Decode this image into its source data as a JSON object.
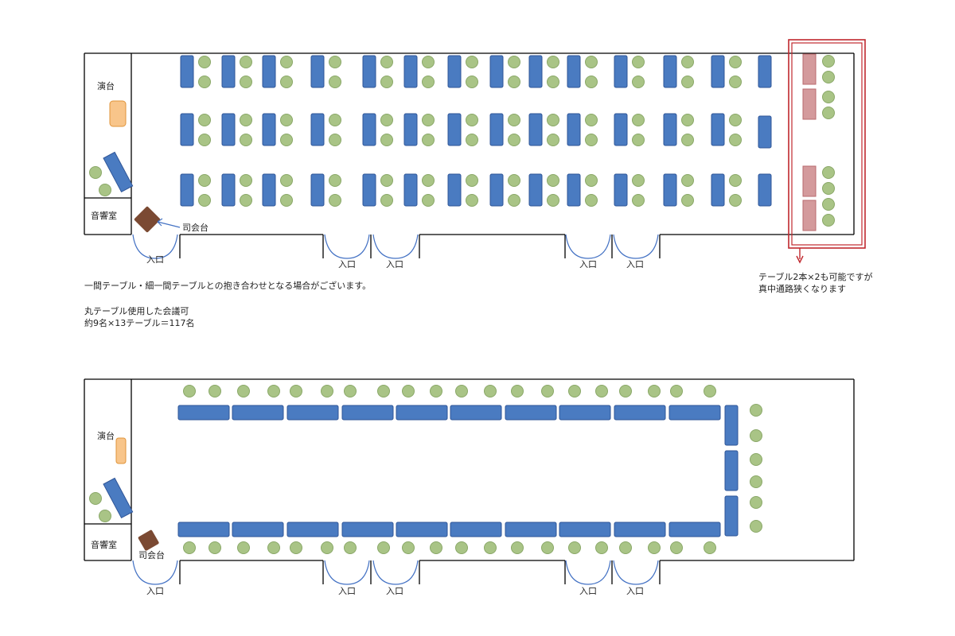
{
  "colors": {
    "table": "#4a7bc1",
    "table_border": "#2f5597",
    "chair": "#a9c486",
    "chair_border": "#8aa868",
    "podium": "#f8c58a",
    "podium_border": "#e0943a",
    "mc_table": "#7b4a33",
    "alt_table": "#d49a9c",
    "alt_table_border": "#b86a6e",
    "highlight": "#c0282e",
    "door": "#4472c4",
    "wall": "#000000"
  },
  "icons": {
    "arrow": "arrow-icon",
    "door": "door-swing-icon"
  },
  "labels": {
    "stage": "演台",
    "sound_room": "音響室",
    "mc_table": "司会台",
    "entrance": "入口"
  },
  "notes": {
    "alt_tables_line1": "テーブル2本×2も可能ですが",
    "alt_tables_line2": "真中通路狭くなります",
    "combine_note": "一間テーブル・細一間テーブルとの抱き合わせとなる場合がございます。",
    "round_table_line1": "丸テーブル使用した会議可",
    "round_table_line2": "約9名×13テーブル＝117名"
  }
}
